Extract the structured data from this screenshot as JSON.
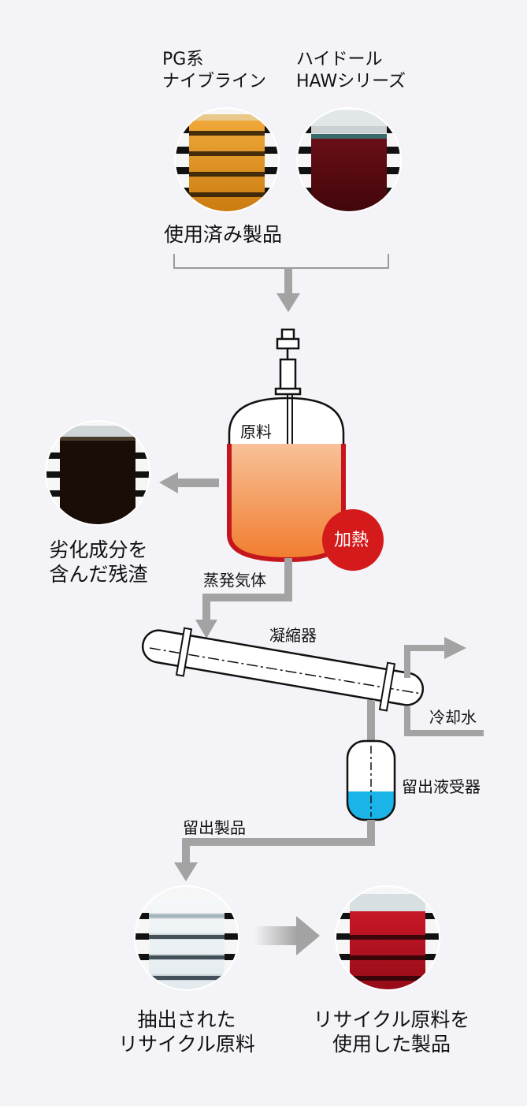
{
  "top": {
    "sample_left": {
      "line1": "PG系",
      "line2": "ナイブライン"
    },
    "sample_right": {
      "line1": "ハイドール",
      "line2": "HAWシリーズ"
    },
    "caption": "使用済み製品"
  },
  "reactor": {
    "raw_label": "原料",
    "heat_label": "加熱"
  },
  "residue": {
    "line1": "劣化成分を",
    "line2": "含んだ残渣"
  },
  "vapor_label": "蒸発気体",
  "condenser_label": "凝縮器",
  "cooling_label": "冷却水",
  "receiver_label": "留出液受器",
  "distillate_label": "留出製品",
  "bottom": {
    "extracted": {
      "line1": "抽出された",
      "line2": "リサイクル原料"
    },
    "product": {
      "line1": "リサイクル原料を",
      "line2": "使用した製品"
    }
  },
  "colors": {
    "arrow": "#a3a3a3",
    "liquid_orange": "#f59a55",
    "heat_red": "#d41a1a",
    "vessel_red": "#c4161c",
    "receiver_blue": "#1ab4e8",
    "oil_amber": "#d98a1a",
    "oil_dark_red": "#5a0a10",
    "product_red": "#b0101e",
    "residue_black": "#1a0d08"
  }
}
